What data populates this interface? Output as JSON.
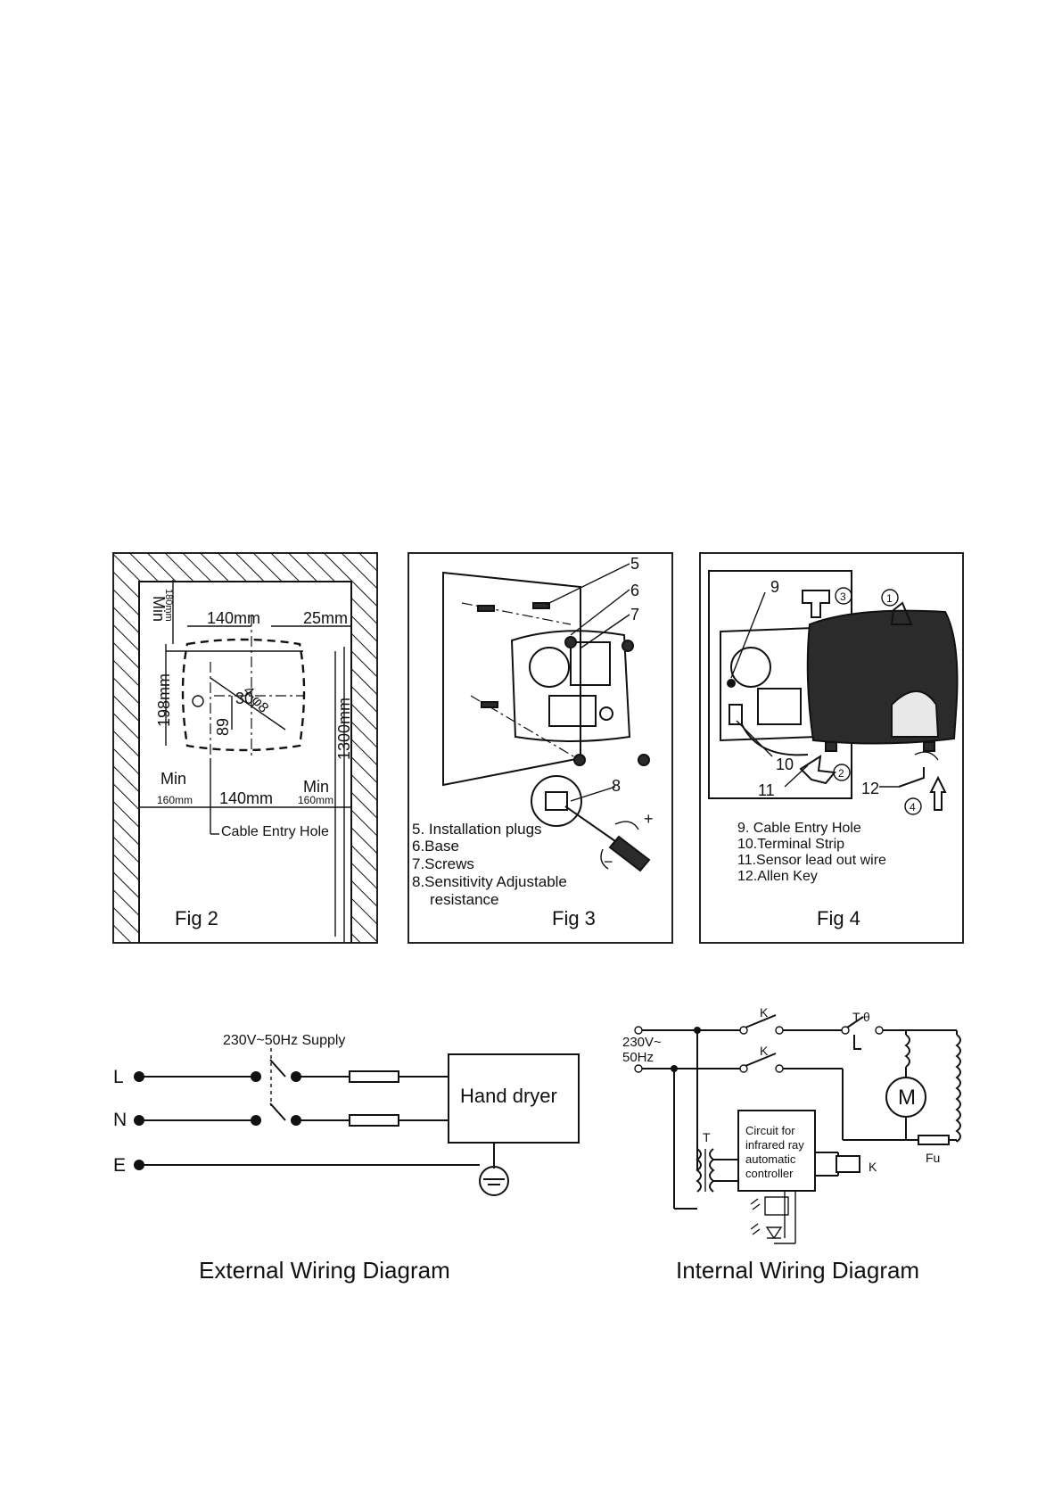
{
  "fig2": {
    "caption": "Fig 2",
    "dim_min_top": "Min",
    "dim_180": "180mm",
    "dim_140_top": "140mm",
    "dim_25": "25mm",
    "dim_30": "30",
    "dim_198": "198mm",
    "dim_89": "89",
    "dim_hole": "4-φ8",
    "dim_1300": "1300mm",
    "min_left": "Min",
    "dim_160_left": "160mm",
    "dim_140_bottom": "140mm",
    "min_right": "Min",
    "dim_160_right": "160mm",
    "cable_entry": "Cable Entry Hole"
  },
  "fig3": {
    "caption": "Fig 3",
    "callouts": [
      "5",
      "6",
      "7",
      "8"
    ],
    "legend": [
      "5. Installation plugs",
      "6.Base",
      "7.Screws",
      "8.Sensitivity Adjustable",
      "resistance"
    ],
    "plus": "+",
    "minus": "−"
  },
  "fig4": {
    "caption": "Fig 4",
    "callouts": [
      "9",
      "10",
      "11",
      "12"
    ],
    "steps": [
      "1",
      "2",
      "3",
      "4"
    ],
    "legend": [
      "9. Cable Entry Hole",
      "10.Terminal Strip",
      "11.Sensor lead out wire",
      "12.Allen Key"
    ]
  },
  "external": {
    "title": "External Wiring Diagram",
    "supply": "230V~50Hz Supply",
    "line_L": "L",
    "line_N": "N",
    "line_E": "E",
    "device": "Hand dryer"
  },
  "internal": {
    "title": "Internal Wiring Diagram",
    "supply_line1": "230V~",
    "supply_line2": "50Hz",
    "relay_top": "K",
    "relay_mid": "K",
    "thermostat": "T",
    "theta": "θ",
    "motor": "M",
    "transformer": "T",
    "controller_lines": [
      "Circuit for",
      "infrared ray",
      "automatic",
      "controller"
    ],
    "relay_coil": "K",
    "fuse": "Fu"
  }
}
